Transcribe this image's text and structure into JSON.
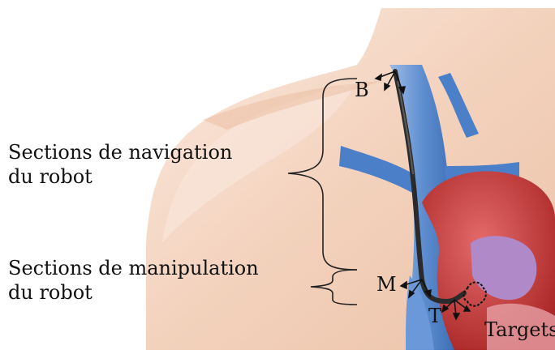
{
  "labels": {
    "navigation_line1": "Sections de navigation",
    "navigation_line2": "du robot",
    "manipulation_line1": "Sections de manipulation",
    "manipulation_line2": "du robot",
    "base": "B",
    "middle": "M",
    "tip": "T",
    "targets": "Targets"
  },
  "colors": {
    "skin": "#f3d4bf",
    "skin_light": "#f8e3d4",
    "vein": "#4b7fc7",
    "vein_light": "#8db0e0",
    "heart": "#c83a3a",
    "heart_purple": "#b089c8",
    "catheter": "#2b2b2b",
    "brace": "#222222"
  }
}
